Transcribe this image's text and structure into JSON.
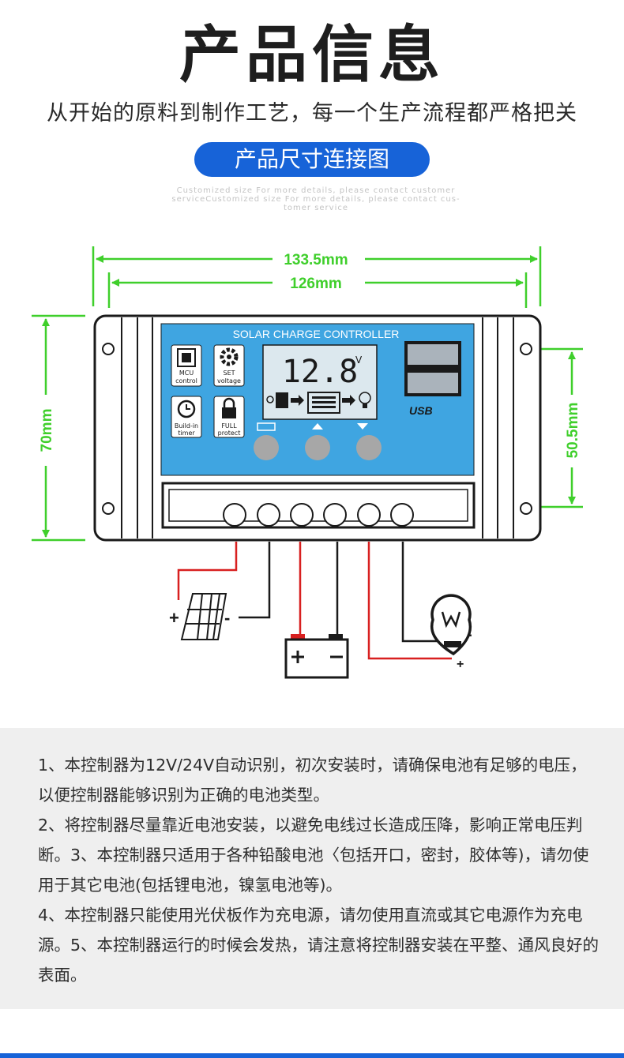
{
  "header": {
    "title": "产品信息",
    "subtitle": "从开始的原料到制作工艺，每一个生产流程都严格把关",
    "pill_label": "产品尺寸连接图",
    "caption_lines": [
      "Customized size For more details, please contact customer",
      "serviceCustomized size For more details, please contact cus-",
      "tomer service"
    ]
  },
  "diagram": {
    "dimensions": {
      "overall_width": "133.5mm",
      "mount_width": "126mm",
      "height": "70mm",
      "mount_height": "50.5mm"
    },
    "panel_title": "SOLAR CHARGE CONTROLLER",
    "display_value": "12.8",
    "display_unit": "V",
    "features": [
      {
        "icon": "chip-icon",
        "label_1": "MCU",
        "label_2": "control"
      },
      {
        "icon": "gear-icon",
        "label_1": "SET",
        "label_2": "voltage"
      },
      {
        "icon": "clock-icon",
        "label_1": "Build-in",
        "label_2": "timer"
      },
      {
        "icon": "lock-icon",
        "label_1": "FULL",
        "label_2": "protect"
      }
    ],
    "usb_label": "USB",
    "button_icons": [
      "menu-icon",
      "up-arrow-icon",
      "down-arrow-icon"
    ],
    "terminal_count": 6,
    "plus_sign": "+",
    "minus_sign": "-",
    "colors": {
      "panel_blue": "#3fa5e1",
      "pill_blue": "#1763d8",
      "dimension_green": "#3fcf2b",
      "wire_red": "#d82020"
    }
  },
  "notes": {
    "paragraph_1": "1、本控制器为12V/24V自动识别，初次安装时，请确保电池有足够的电压，以便控制器能够识别为正确的电池类型。",
    "paragraph_2": "2、将控制器尽量靠近电池安装，以避免电线过长造成压降，影响正常电压判断。3、本控制器只适用于各种铅酸电池〈包括开口，密封，胶体等)，请勿使用于其它电池(包括锂电池，镍氢电池等)。",
    "paragraph_3": "4、本控制器只能使用光伏板作为充电源，请勿使用直流或其它电源作为充电源。5、本控制器运行的时候会发热，请注意将控制器安装在平整、通风良好的表面。"
  }
}
